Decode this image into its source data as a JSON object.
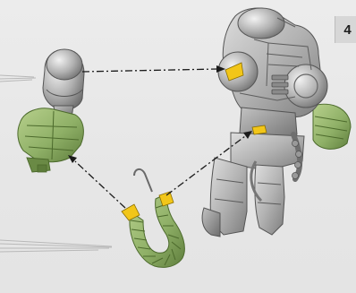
{
  "step": {
    "number": "4"
  },
  "illustration": {
    "parts": [
      {
        "name": "robot-body",
        "color": "#b9b9b9"
      },
      {
        "name": "robot-head",
        "color": "#b9b9b9"
      },
      {
        "name": "green-arm",
        "color": "#8fb067"
      },
      {
        "name": "tail-cable",
        "color": "#8fb067"
      }
    ],
    "marker_color": "#f2c619",
    "guide_line_color": "#1a1a1a"
  }
}
